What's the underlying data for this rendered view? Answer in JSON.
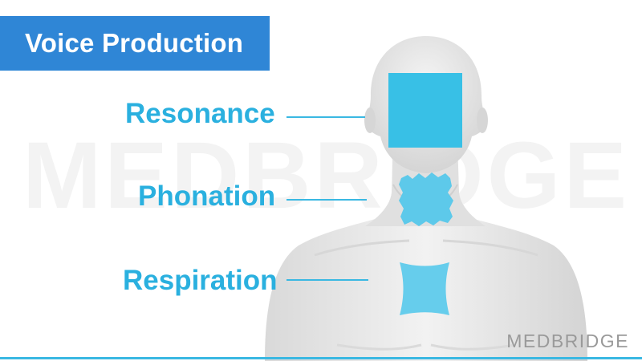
{
  "title": "Voice Production",
  "labels": {
    "resonance": "Resonance",
    "phonation": "Phonation",
    "respiration": "Respiration"
  },
  "watermark": "MEDBRIDGE",
  "logo": "MEDBRIDGE",
  "colors": {
    "title_bg": "#2f86d6",
    "accent": "#2ab0df",
    "region_fill": "#38c0e6",
    "body": "#e6e6e6"
  }
}
